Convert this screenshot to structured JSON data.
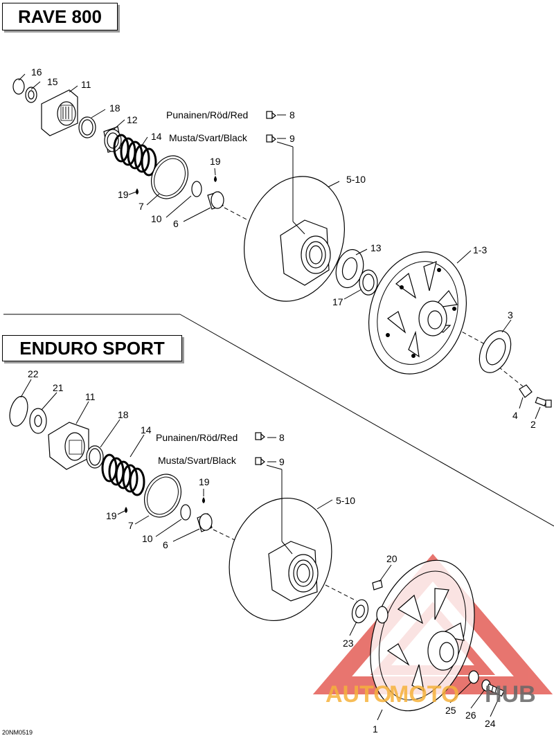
{
  "sections": [
    {
      "title": "RAVE 800"
    },
    {
      "title": "ENDURO SPORT"
    }
  ],
  "callouts": {
    "top": [
      "16",
      "15",
      "11",
      "18",
      "12",
      "14",
      "19",
      "19",
      "7",
      "10",
      "6",
      "8",
      "9",
      "5-10",
      "13",
      "17",
      "1-3",
      "3",
      "4",
      "2"
    ],
    "bottom": [
      "22",
      "21",
      "11",
      "18",
      "14",
      "19",
      "19",
      "7",
      "10",
      "6",
      "8",
      "9",
      "5-10",
      "20",
      "23",
      "1",
      "25",
      "26",
      "24"
    ]
  },
  "compounds": {
    "red": "Punainen/Röd/Red",
    "black": "Musta/Svart/Black"
  },
  "reference_code": "20NM0519",
  "watermark": {
    "text_a": "AUTO",
    "text_b": "MOTO",
    "text_c": "HUB",
    "colors": {
      "red": "#e0473f",
      "orange": "#f6b23c",
      "gray": "#666666"
    }
  }
}
